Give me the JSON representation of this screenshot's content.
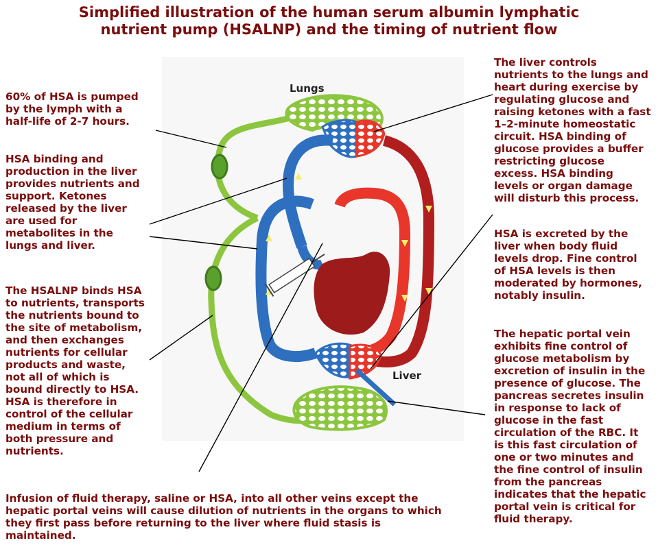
{
  "title": "Simplified illustration of the human serum albumin lymphatic\nnutrient pump (HSALNP) and the timing of nutrient flow",
  "labels": {
    "lungs": "Lungs",
    "liver": "Liver"
  },
  "annotations": {
    "lymph_half_life": "60% of HSA is pumped\nby the lymph with a\nhalf-life of 2-7 hours.",
    "liver_binding": "HSA binding and\nproduction in the liver\nprovides nutrients and\nsupport. Ketones\nreleased by the liver\nare used for\nmetabolites in the\nlungs and liver.",
    "hsalnp": "The HSALNP binds HSA\nto nutrients, transports\nthe nutrients bound to\nthe site of metabolism,\nand then exchanges\nnutrients for  cellular\nproducts and waste,\nnot all of which is\nbound directly to HSA.\nHSA is therefore in\ncontrol of the cellular\nmedium in terms of\nboth pressure and\nnutrients.",
    "liver_controls": "The liver controls\nnutrients to the lungs and\nheart during exercise by\nregulating glucose and\nraising ketones with a fast\n1–2-minute homeostatic\ncircuit. HSA binding of\nglucose provides a buffer\nrestricting glucose\nexcess. HSA binding\nlevels or organ damage\nwill disturb this process.",
    "excreted": "HSA is excreted by the\nliver when body fluid\nlevels drop. Fine control\nof HSA levels is then\nmoderated by  hormones,\nnotably insulin.",
    "portal_vein": "The hepatic portal vein\nexhibits fine control of\nglucose metabolism by\nexcretion of insulin in the\npresence of glucose. The\npancreas secretes insulin\nin response to lack of\nglucose in the fast\ncirculation of the RBC. It\nis this fast circulation of\none or two minutes and\nthe fine control of insulin\nfrom the pancreas\nindicates that the hepatic\nportal vein is critical for\nfluid therapy.",
    "infusion": "Infusion of fluid therapy, saline or HSA, into all other veins except the\nhepatic portal veins will cause dilution of nutrients in the organs to which\nthey first pass before returning to the liver where fluid stasis is\nmaintained."
  },
  "colors": {
    "text": "#7a0d0d",
    "lymph": "#8cc63f",
    "vein": "#2e6fc0",
    "artery": "#e8362a",
    "heart": "#9e1b1b",
    "arrow": "#f2ee6a"
  }
}
